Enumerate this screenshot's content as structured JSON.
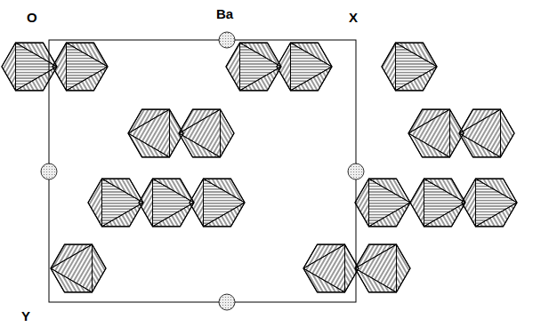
{
  "diagram": {
    "labels": [
      "O",
      "Ba",
      "X",
      "Y"
    ]
  }
}
